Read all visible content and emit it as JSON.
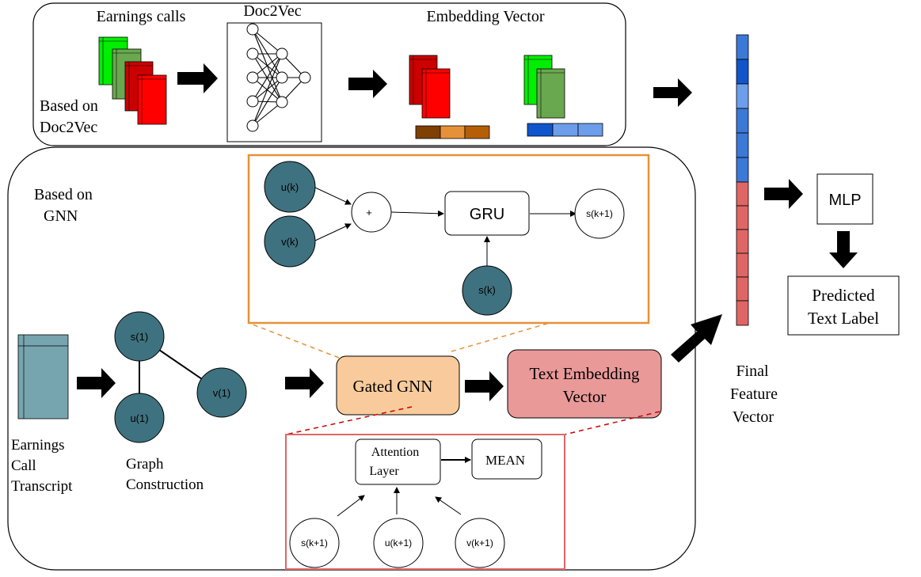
{
  "doc2vec_panel": {
    "earnings_calls_label": "Earnings calls",
    "doc2vec_label": "Doc2Vec",
    "embedding_vector_label": "Embedding Vector",
    "based_on_line1": "Based on",
    "based_on_line2": "Doc2Vec"
  },
  "gnn_panel": {
    "based_on_line1": "Based on",
    "based_on_line2": "GNN",
    "transcript_line1": "Earnings",
    "transcript_line2": "Call",
    "transcript_line3": "Transcript",
    "graph_line1": "Graph",
    "graph_line2": "Construction",
    "node_s1": "s(1)",
    "node_u1": "u(1)",
    "node_v1": "v(1)",
    "gated_gnn": "Gated GNN",
    "text_embedding_line1": "Text Embedding",
    "text_embedding_line2": "Vector"
  },
  "gru_detail": {
    "node_uk": "u(k)",
    "node_vk": "v(k)",
    "plus": "+",
    "gru": "GRU",
    "node_sk1": "s(k+1)",
    "node_sk": "s(k)"
  },
  "attention_detail": {
    "attention_line1": "Attention",
    "attention_line2": "Layer",
    "mean": "MEAN",
    "node_s": "s(k+1)",
    "node_u": "u(k+1)",
    "node_v": "v(k+1)"
  },
  "output": {
    "final_line1": "Final",
    "final_line2": "Feature",
    "final_line3": "Vector",
    "mlp": "MLP",
    "predicted_line1": "Predicted",
    "predicted_line2": "Text Label"
  },
  "colors": {
    "teal_node": "#3f7280",
    "orange_box": "#f9cb9c",
    "pink_box": "#ea9999",
    "orange_border": "#e69138",
    "red_border": "#e06666",
    "vector_blue": "#3c78d8",
    "vector_red": "#e06666"
  }
}
